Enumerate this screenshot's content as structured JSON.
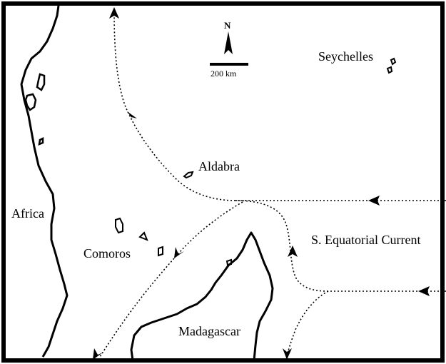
{
  "labels": {
    "africa": "Africa",
    "seychelles": "Seychelles",
    "aldabra": "Aldabra",
    "comoros": "Comoros",
    "madagascar": "Madagascar",
    "current": "S. Equatorial Current"
  },
  "scale": {
    "north": "N",
    "distance": "200 km"
  },
  "colors": {
    "land_outline": "#000000",
    "water": "#ffffff",
    "current": "#000000"
  }
}
